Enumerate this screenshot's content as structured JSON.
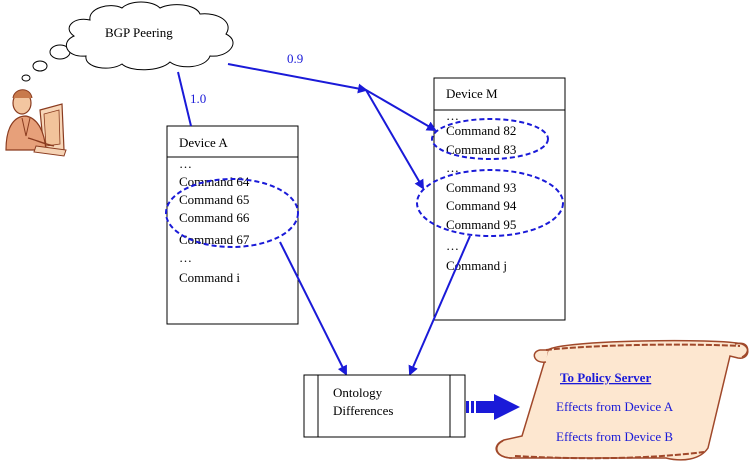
{
  "colors": {
    "arrow": "#1a1ad8",
    "scroll_fill": "#fde7d0",
    "scroll_edge": "#a0482a"
  },
  "cloud": {
    "label": "BGP Peering"
  },
  "edges": {
    "to_device_a": "1.0",
    "to_device_m": "0.9"
  },
  "person_icon": "person-at-computer-clipart",
  "device_a": {
    "title": "Device A",
    "commands": [
      "…",
      "Command 64",
      "Command 65",
      "Command 66",
      "Command 67",
      "…",
      "Command i"
    ]
  },
  "device_m": {
    "title": "Device M",
    "commands": [
      "…",
      "Command 82",
      "Command 83",
      "…",
      "Command 93",
      "Command 94",
      "Command 95",
      "…",
      "Command j"
    ]
  },
  "ontology": {
    "line1": "Ontology",
    "line2": "Differences"
  },
  "scroll": {
    "heading": "To Policy Server",
    "items": [
      "Effects from Device A",
      "Effects from Device B"
    ]
  }
}
